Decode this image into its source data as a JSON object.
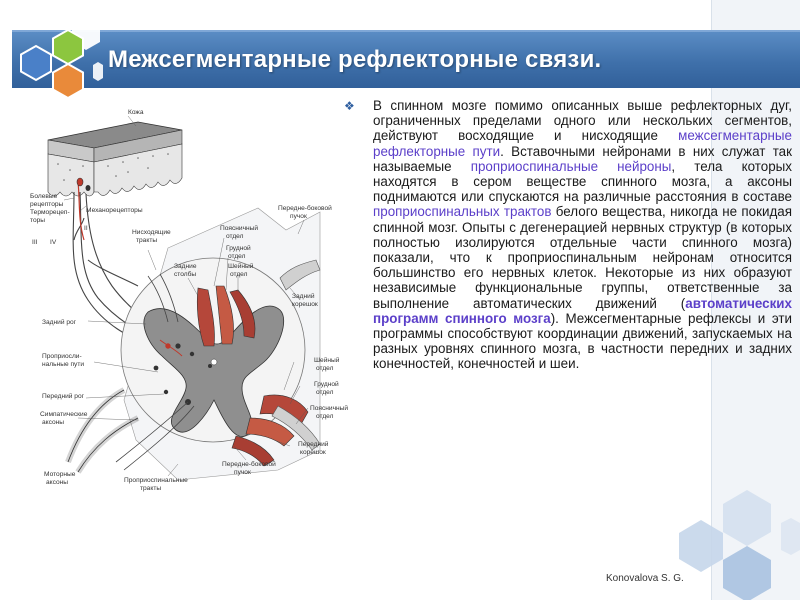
{
  "slide": {
    "title": "Межсегментарные рефлекторные связи.",
    "author": "Konovalova S. G.",
    "accent_colors": {
      "title_bar": "#3f70aa",
      "highlight_text": "#5b3fc9",
      "hex_blue": "#4a80c8",
      "hex_green": "#8cc63f",
      "hex_orange": "#e98a3a"
    }
  },
  "figure": {
    "labels": {
      "skin": "Кожа",
      "pain_receptors_1": "Болевые",
      "pain_receptors_2": "рецепторы",
      "thermo_receptors_1": "Терморецеп-",
      "thermo_receptors_2": "торы",
      "mechanoreceptors": "Механорецепторы",
      "num_iii": "III",
      "num_iv": "IV",
      "num_ii": "II",
      "descending_tracts_1": "Нисходящие",
      "descending_tracts_2": "тракты",
      "posterior_columns_1": "Задние",
      "posterior_columns_2": "столбы",
      "lumbar_1a": "Поясничный",
      "lumbar_1b": "отдел",
      "thoracic_1a": "Грудной",
      "thoracic_1b": "отдел",
      "cervical_1a": "Шейный",
      "cervical_1b": "отдел",
      "anterolateral_top_1": "Передне-боковой",
      "anterolateral_top_2": "пучок",
      "posterior_root_1": "Задний",
      "posterior_root_2": "корешок",
      "posterior_horn": "Задний рог",
      "propriospinal_paths_1": "Проприосли-",
      "propriospinal_paths_2": "нальные пути",
      "anterior_horn": "Передний рог",
      "sympathetic_axons_1": "Симпатические",
      "sympathetic_axons_2": "аксоны",
      "cervical_2a": "Шейный",
      "cervical_2b": "отдел",
      "thoracic_2a": "Грудной",
      "thoracic_2b": "отдел",
      "lumbar_2a": "Поясничный",
      "lumbar_2b": "отдел",
      "motor_axons_1": "Моторные",
      "motor_axons_2": "аксоны",
      "propriospinal_tracts_1": "Проприоспинальные",
      "propriospinal_tracts_2": "тракты",
      "anterior_root_1": "Передний",
      "anterior_root_2": "корешок",
      "anterolateral_bottom_1": "Передне-боковой",
      "anterolateral_bottom_2": "пучок"
    }
  },
  "body": {
    "p1": "В спинном мозге помимо описанных выше рефлекторных дуг, ограниченных пределами одного или нескольких сегментов, действуют восходящие и нисходящие ",
    "p1_hl": "межсегментарные рефлекторные пути",
    "p2": ". Вставочными нейронами в них служат так называемые ",
    "p2_hl": "проприоспинальные нейроны",
    "p3": ", тела которых находятся в сером веществе спинного мозга, а аксоны поднимаются или спускаются на различные расстояния в составе ",
    "p3_hl": "проприоспинальных трактов",
    "p4": " белого вещества, никогда не покидая спинной мозг. Опыты с дегенерацией нервных структур (в которых полностью изолируются отдельные части спинного мозга) показали, что к проприоспинальным нейронам относится большинство его нервных клеток. Некоторые из них образуют независимые функциональные группы, ответственные за выполнение автоматических движений (",
    "p4_hl": "автоматических программ спинного мозга",
    "p5": "). Межсегментарные рефлексы и эти программы способствуют координации движений, запускаемых на разных уровнях спинного мозга, в частности передних и задних конечностей, конечностей и шеи."
  }
}
